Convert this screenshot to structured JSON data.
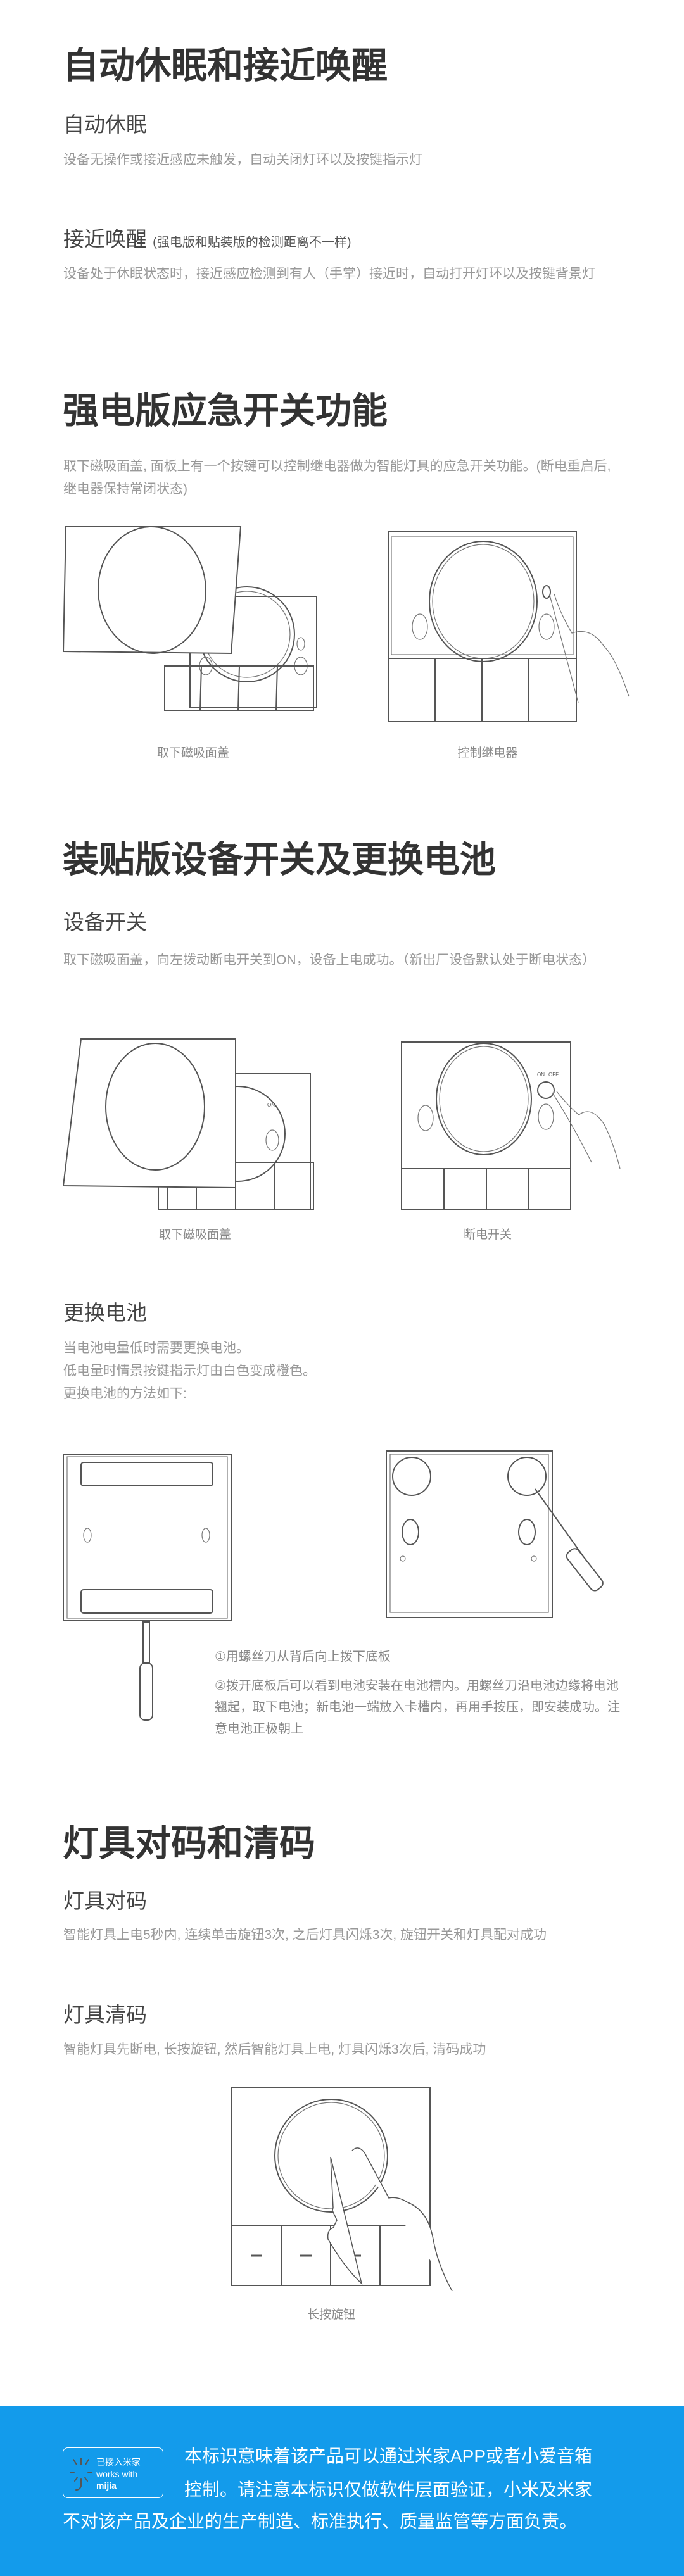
{
  "section1": {
    "title": "自动休眠和接近唤醒",
    "sub1_title": "自动休眠",
    "sub1_text": "设备无操作或接近感应未触发，自动关闭灯环以及按键指示灯",
    "sub2_title": "接近唤醒",
    "sub2_note": "(强电版和贴装版的检测距离不一样)",
    "sub2_text": "设备处于休眠状态时，接近感应检测到有人（手掌）接近时，自动打开灯环以及按键背景灯"
  },
  "section2": {
    "title": "强电版应急开关功能",
    "text": "取下磁吸面盖, 面板上有一个按键可以控制继电器做为智能灯具的应急开关功能。(断电重启后, 继电器保持常闭状态)",
    "caption_left": "取下磁吸面盖",
    "caption_right": "控制继电器"
  },
  "section3": {
    "title": "装贴版设备开关及更换电池",
    "sub1_title": "设备开关",
    "sub1_text": "取下磁吸面盖，向左拨动断电开关到ON，设备上电成功。（新出厂设备默认处于断电状态）",
    "caption_left": "取下磁吸面盖",
    "caption_right": "断电开关",
    "switch_on": "ON",
    "switch_off": "OFF",
    "sub2_title": "更换电池",
    "sub2_lines": [
      "当电池电量低时需要更换电池。",
      "低电量时情景按键指示灯由白色变成橙色。",
      "更换电池的方法如下:"
    ],
    "step1": "①用螺丝刀从背后向上拨下底板",
    "step2": "②拨开底板后可以看到电池安装在电池槽内。用螺丝刀沿电池边缘将电池翘起，取下电池；新电池一端放入卡槽内，再用手按压，即安装成功。注意电池正极朝上"
  },
  "section4": {
    "title": "灯具对码和清码",
    "sub1_title": "灯具对码",
    "sub1_text": "智能灯具上电5秒内, 连续单击旋钮3次, 之后灯具闪烁3次, 旋钮开关和灯具配对成功",
    "sub2_title": "灯具清码",
    "sub2_text": "智能灯具先断电, 长按旋钮, 然后智能灯具上电, 灯具闪烁3次后, 清码成功",
    "caption": "长按旋钮"
  },
  "footer": {
    "background": "#139beb",
    "logo_cn": "已接入米家",
    "logo_en1": "works with",
    "logo_en2": "mijia",
    "line1": "本标识意味着该产品可以通过米家APP或者小爱音箱",
    "line2": "控制。请注意本标识仅做软件层面验证，小米及米家",
    "line3": "不对该产品及企业的生产制造、标准执行、质量监管等方面负责。"
  }
}
